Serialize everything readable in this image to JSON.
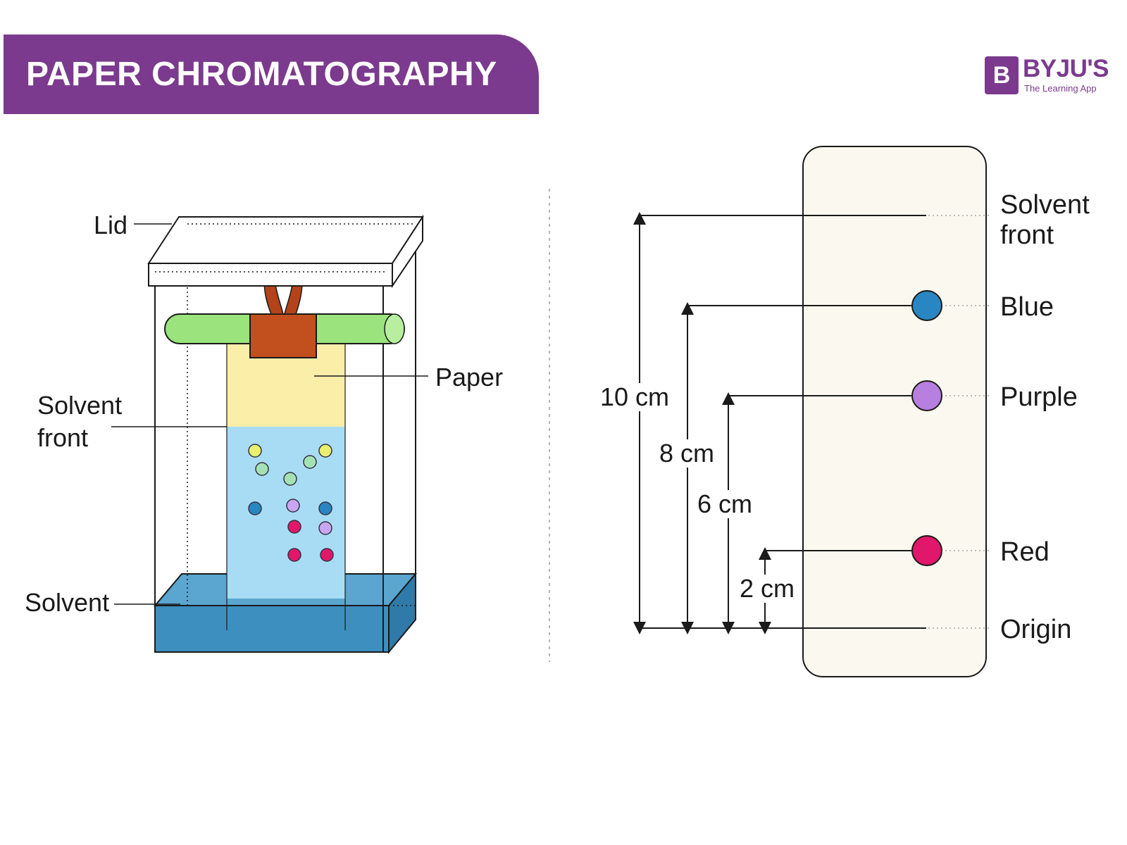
{
  "header": {
    "title": "PAPER CHROMATOGRAPHY"
  },
  "logo": {
    "badge": "B",
    "name": "BYJU'S",
    "tagline": "The Learning App"
  },
  "apparatus": {
    "labels": {
      "lid": "Lid",
      "paper": "Paper",
      "solvent_front_line1": "Solvent",
      "solvent_front_line2": "front",
      "solvent": "Solvent"
    },
    "colors": {
      "paper_dry": "#fbeea9",
      "paper_wet": "#a8dcf5",
      "solvent": "#3d8fbf",
      "rod": "#9be37d",
      "clip": "#c2501e"
    }
  },
  "strip": {
    "labels": {
      "solvent_front_line1": "Solvent",
      "solvent_front_line2": "front",
      "origin": "Origin"
    },
    "spots": [
      {
        "name": "Blue",
        "color": "#2a86c2"
      },
      {
        "name": "Purple",
        "color": "#b77fe0"
      },
      {
        "name": "Red",
        "color": "#e0176a"
      }
    ],
    "measurements": [
      "10 cm",
      "8 cm",
      "6 cm",
      "2 cm"
    ]
  }
}
